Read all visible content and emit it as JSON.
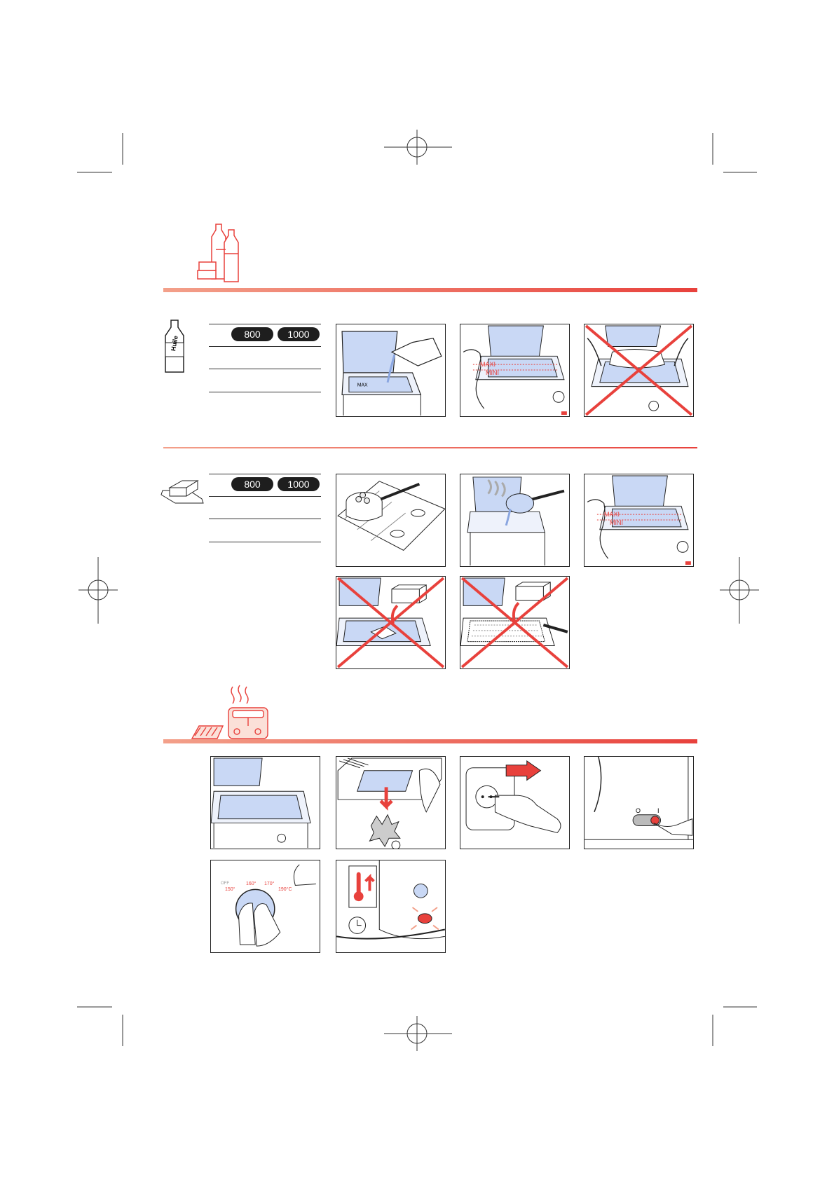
{
  "colors": {
    "accent": "#e8413c",
    "accent_light": "#f3a08a",
    "ink": "#222222",
    "panel_blue": "#c9d8f5"
  },
  "oil_section": {
    "capacities": [
      "800",
      "1000"
    ],
    "bottle_label": "Huile"
  },
  "fat_section": {
    "capacities": [
      "800",
      "1000"
    ]
  },
  "level_labels": {
    "max": "MAXI",
    "min": "MINI",
    "bowl_max": "MAX"
  },
  "thermostat": {
    "settings": [
      "150°",
      "160°",
      "170°",
      "190°C"
    ],
    "off_label": "OFF"
  },
  "switch": {
    "off": "O",
    "on": "I"
  }
}
